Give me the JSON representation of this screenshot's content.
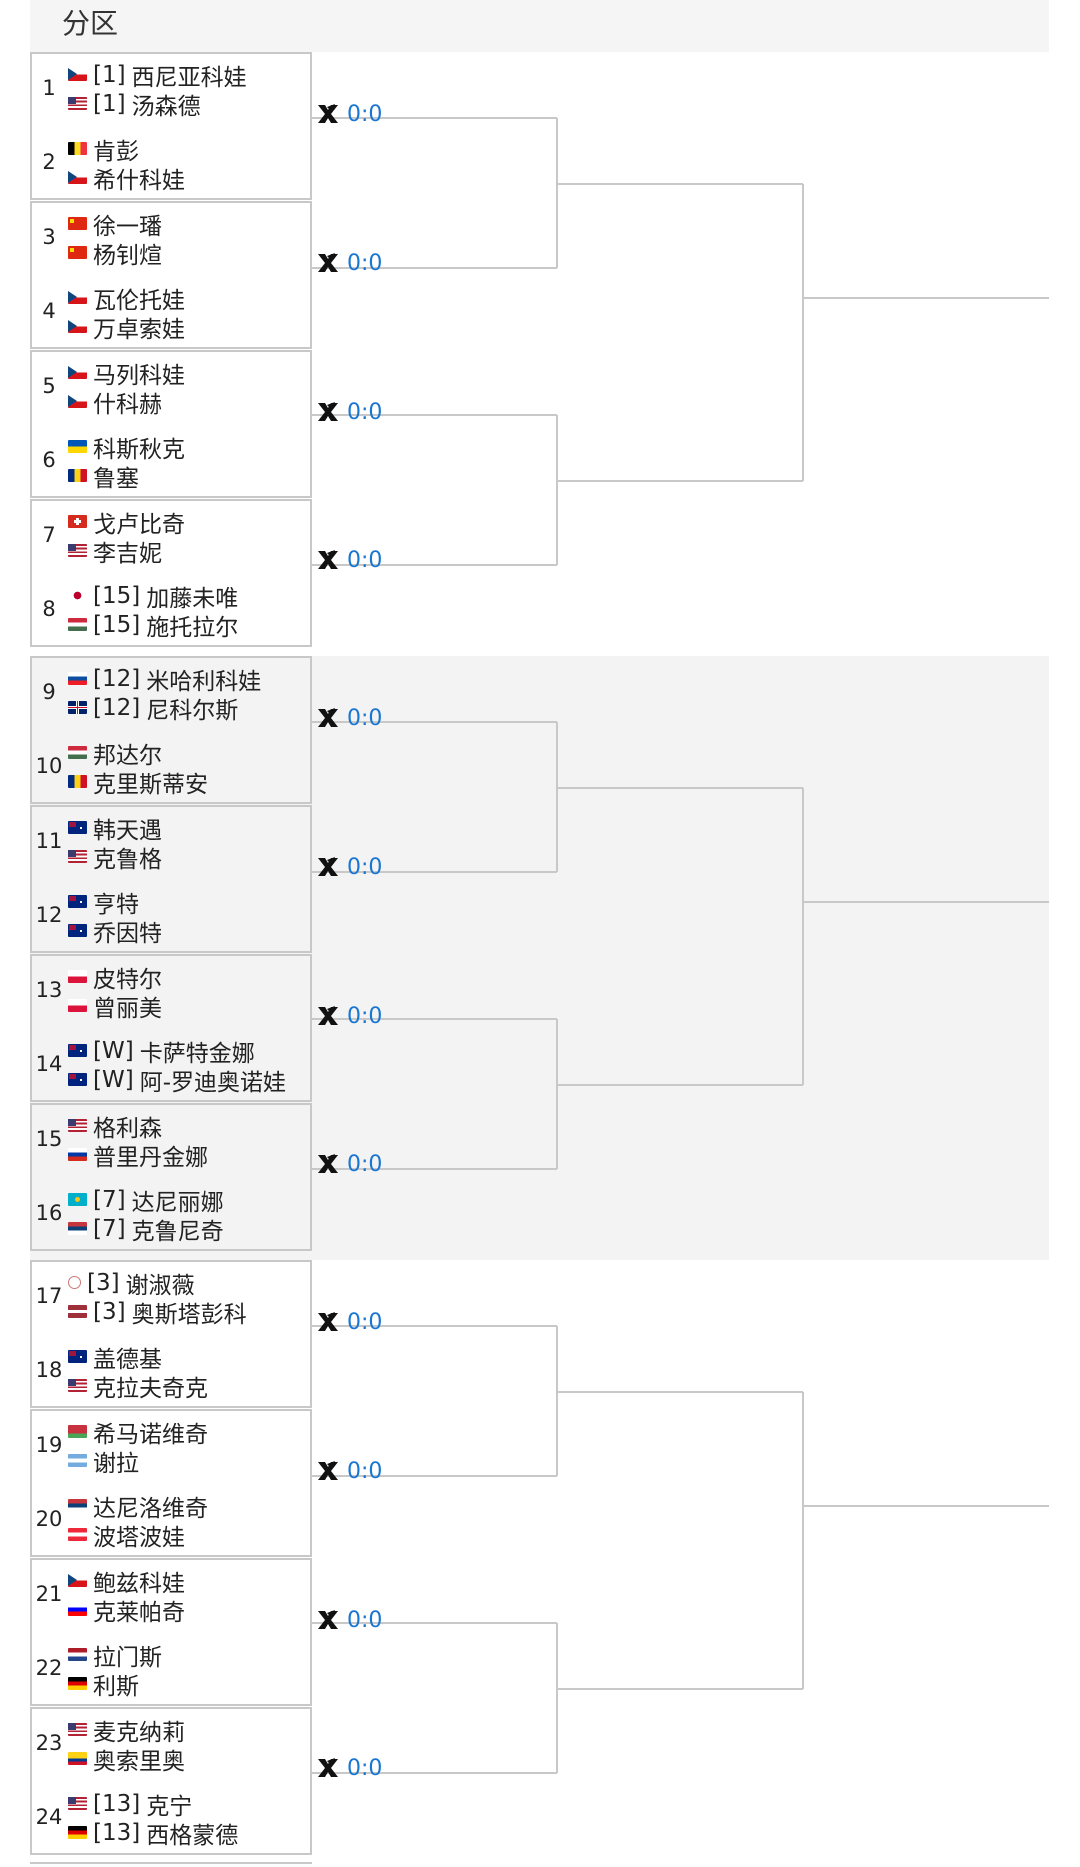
{
  "header": {
    "title": "分区"
  },
  "sections": [
    {
      "shade": "white",
      "matches": [
        {
          "num": "1",
          "p1": {
            "seed": "[1]",
            "name": "西尼亚科娃",
            "flag": "cz"
          },
          "p2": {
            "seed": "[1]",
            "name": "汤森德",
            "flag": "us"
          }
        },
        {
          "num": "2",
          "p1": {
            "seed": "",
            "name": "肯彭",
            "flag": "be"
          },
          "p2": {
            "seed": "",
            "name": "希什科娃",
            "flag": "cz"
          }
        },
        {
          "num": "3",
          "p1": {
            "seed": "",
            "name": "徐一璠",
            "flag": "cn"
          },
          "p2": {
            "seed": "",
            "name": "杨钊煊",
            "flag": "cn"
          }
        },
        {
          "num": "4",
          "p1": {
            "seed": "",
            "name": "瓦伦托娃",
            "flag": "cz"
          },
          "p2": {
            "seed": "",
            "name": "万卓索娃",
            "flag": "cz"
          }
        },
        {
          "num": "5",
          "p1": {
            "seed": "",
            "name": "马列科娃",
            "flag": "cz"
          },
          "p2": {
            "seed": "",
            "name": "什科赫",
            "flag": "cz"
          }
        },
        {
          "num": "6",
          "p1": {
            "seed": "",
            "name": "科斯秋克",
            "flag": "ua"
          },
          "p2": {
            "seed": "",
            "name": "鲁塞",
            "flag": "ro"
          }
        },
        {
          "num": "7",
          "p1": {
            "seed": "",
            "name": "戈卢比奇",
            "flag": "ch"
          },
          "p2": {
            "seed": "",
            "name": "李吉妮",
            "flag": "us"
          }
        },
        {
          "num": "8",
          "p1": {
            "seed": "[15]",
            "name": "加藤未唯",
            "flag": "jp"
          },
          "p2": {
            "seed": "[15]",
            "name": "施托拉尔",
            "flag": "hu"
          }
        }
      ],
      "scores": [
        "0:0",
        "0:0",
        "0:0",
        "0:0"
      ]
    },
    {
      "shade": "gray",
      "matches": [
        {
          "num": "9",
          "p1": {
            "seed": "[12]",
            "name": "米哈利科娃",
            "flag": "sk"
          },
          "p2": {
            "seed": "[12]",
            "name": "尼科尔斯",
            "flag": "gb"
          }
        },
        {
          "num": "10",
          "p1": {
            "seed": "",
            "name": "邦达尔",
            "flag": "hu"
          },
          "p2": {
            "seed": "",
            "name": "克里斯蒂安",
            "flag": "ro"
          }
        },
        {
          "num": "11",
          "p1": {
            "seed": "",
            "name": "韩天遇",
            "flag": "au"
          },
          "p2": {
            "seed": "",
            "name": "克鲁格",
            "flag": "us"
          }
        },
        {
          "num": "12",
          "p1": {
            "seed": "",
            "name": "亨特",
            "flag": "au"
          },
          "p2": {
            "seed": "",
            "name": "乔因特",
            "flag": "au"
          }
        },
        {
          "num": "13",
          "p1": {
            "seed": "",
            "name": "皮特尔",
            "flag": "pl"
          },
          "p2": {
            "seed": "",
            "name": "曾丽美",
            "flag": "pl"
          }
        },
        {
          "num": "14",
          "p1": {
            "seed": "[W]",
            "name": "卡萨特金娜",
            "flag": "au"
          },
          "p2": {
            "seed": "[W]",
            "name": "阿-罗迪奥诺娃",
            "flag": "au"
          }
        },
        {
          "num": "15",
          "p1": {
            "seed": "",
            "name": "格利森",
            "flag": "us"
          },
          "p2": {
            "seed": "",
            "name": "普里丹金娜",
            "flag": "ru"
          }
        },
        {
          "num": "16",
          "p1": {
            "seed": "[7]",
            "name": "达尼丽娜",
            "flag": "kz"
          },
          "p2": {
            "seed": "[7]",
            "name": "克鲁尼奇",
            "flag": "rs"
          }
        }
      ],
      "scores": [
        "0:0",
        "0:0",
        "0:0",
        "0:0"
      ]
    },
    {
      "shade": "white",
      "matches": [
        {
          "num": "17",
          "p1": {
            "seed": "[3]",
            "name": "谢淑薇",
            "flag": "tpe"
          },
          "p2": {
            "seed": "[3]",
            "name": "奥斯塔彭科",
            "flag": "lv"
          }
        },
        {
          "num": "18",
          "p1": {
            "seed": "",
            "name": "盖德基",
            "flag": "au"
          },
          "p2": {
            "seed": "",
            "name": "克拉夫奇克",
            "flag": "us"
          }
        },
        {
          "num": "19",
          "p1": {
            "seed": "",
            "name": "希马诺维奇",
            "flag": "by"
          },
          "p2": {
            "seed": "",
            "name": "谢拉",
            "flag": "ar"
          }
        },
        {
          "num": "20",
          "p1": {
            "seed": "",
            "name": "达尼洛维奇",
            "flag": "rs"
          },
          "p2": {
            "seed": "",
            "name": "波塔波娃",
            "flag": "at"
          }
        },
        {
          "num": "21",
          "p1": {
            "seed": "",
            "name": "鲍兹科娃",
            "flag": "cz"
          },
          "p2": {
            "seed": "",
            "name": "克莱帕奇",
            "flag": "si"
          }
        },
        {
          "num": "22",
          "p1": {
            "seed": "",
            "name": "拉门斯",
            "flag": "nl"
          },
          "p2": {
            "seed": "",
            "name": "利斯",
            "flag": "de"
          }
        },
        {
          "num": "23",
          "p1": {
            "seed": "",
            "name": "麦克纳莉",
            "flag": "us"
          },
          "p2": {
            "seed": "",
            "name": "奥索里奥",
            "flag": "co"
          }
        },
        {
          "num": "24",
          "p1": {
            "seed": "[13]",
            "name": "克宁",
            "flag": "us"
          },
          "p2": {
            "seed": "[13]",
            "name": "西格蒙德",
            "flag": "de"
          }
        }
      ],
      "scores": [
        "0:0",
        "0:0",
        "0:0",
        "0:0"
      ]
    }
  ],
  "colors": {
    "score_text": "#1976d2",
    "bracket_line": "#c8c8c8",
    "gray_bg": "#f3f3f3"
  }
}
